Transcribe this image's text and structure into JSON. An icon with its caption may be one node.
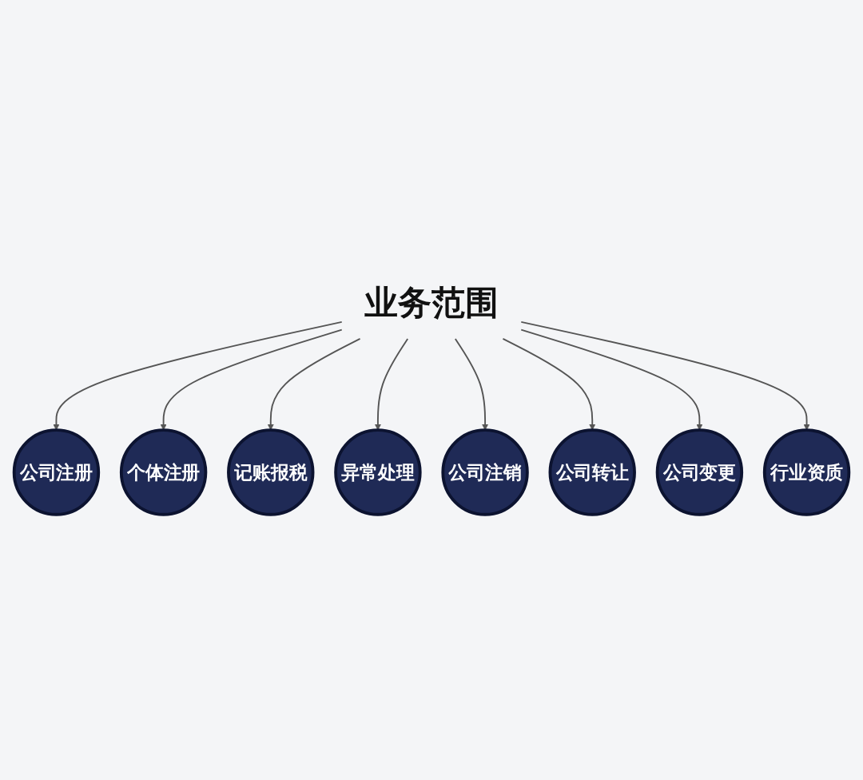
{
  "diagram": {
    "nodes": [
      {
        "text": [
          "业务范围"
        ]
      },
      {
        "text": [
          "公司注册"
        ]
      },
      {
        "text": [
          "个体注册"
        ]
      },
      {
        "text": [
          "记账报税"
        ]
      },
      {
        "text": [
          "异常处理"
        ]
      },
      {
        "text": [
          "公司注销"
        ]
      },
      {
        "text": [
          "公司转让"
        ]
      },
      {
        "text": [
          "公司变更"
        ]
      },
      {
        "text": [
          "行业资质"
        ]
      }
    ],
    "edges": [
      {
        "from": 0,
        "to": 1,
        "arrow": "to"
      },
      {
        "from": 0,
        "to": 2,
        "arrow": "to"
      },
      {
        "from": 0,
        "to": 3,
        "arrow": "to"
      },
      {
        "from": 0,
        "to": 4,
        "arrow": "to"
      },
      {
        "from": 0,
        "to": 5,
        "arrow": "to"
      },
      {
        "from": 0,
        "to": 6,
        "arrow": "to"
      },
      {
        "from": 0,
        "to": 7,
        "arrow": "to"
      },
      {
        "from": 0,
        "to": 8,
        "arrow": "to"
      }
    ]
  }
}
